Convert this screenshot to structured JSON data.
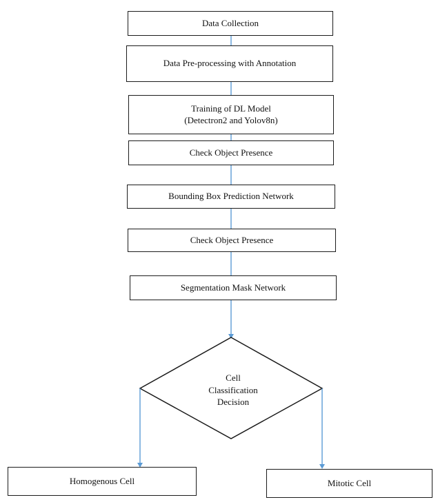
{
  "flowchart": {
    "steps": {
      "data_collection": "Data Collection",
      "preprocessing": "Data Pre-processing with Annotation",
      "training_line1": "Training of DL Model",
      "training_line2": "(Detectron2 and Yolov8n)",
      "check_presence_1": "Check Object Presence",
      "bbox_network": "Bounding Box Prediction Network",
      "check_presence_2": "Check Object Presence",
      "segmentation": "Segmentation Mask Network"
    },
    "decision": {
      "line1": "Cell",
      "line2": "Classification",
      "line3": "Decision"
    },
    "outcomes": {
      "left": "Homogenous Cell",
      "right": "Mitotic Cell"
    },
    "colors": {
      "connector": "#5b9bd5",
      "box_border": "#1a1a1a"
    }
  }
}
